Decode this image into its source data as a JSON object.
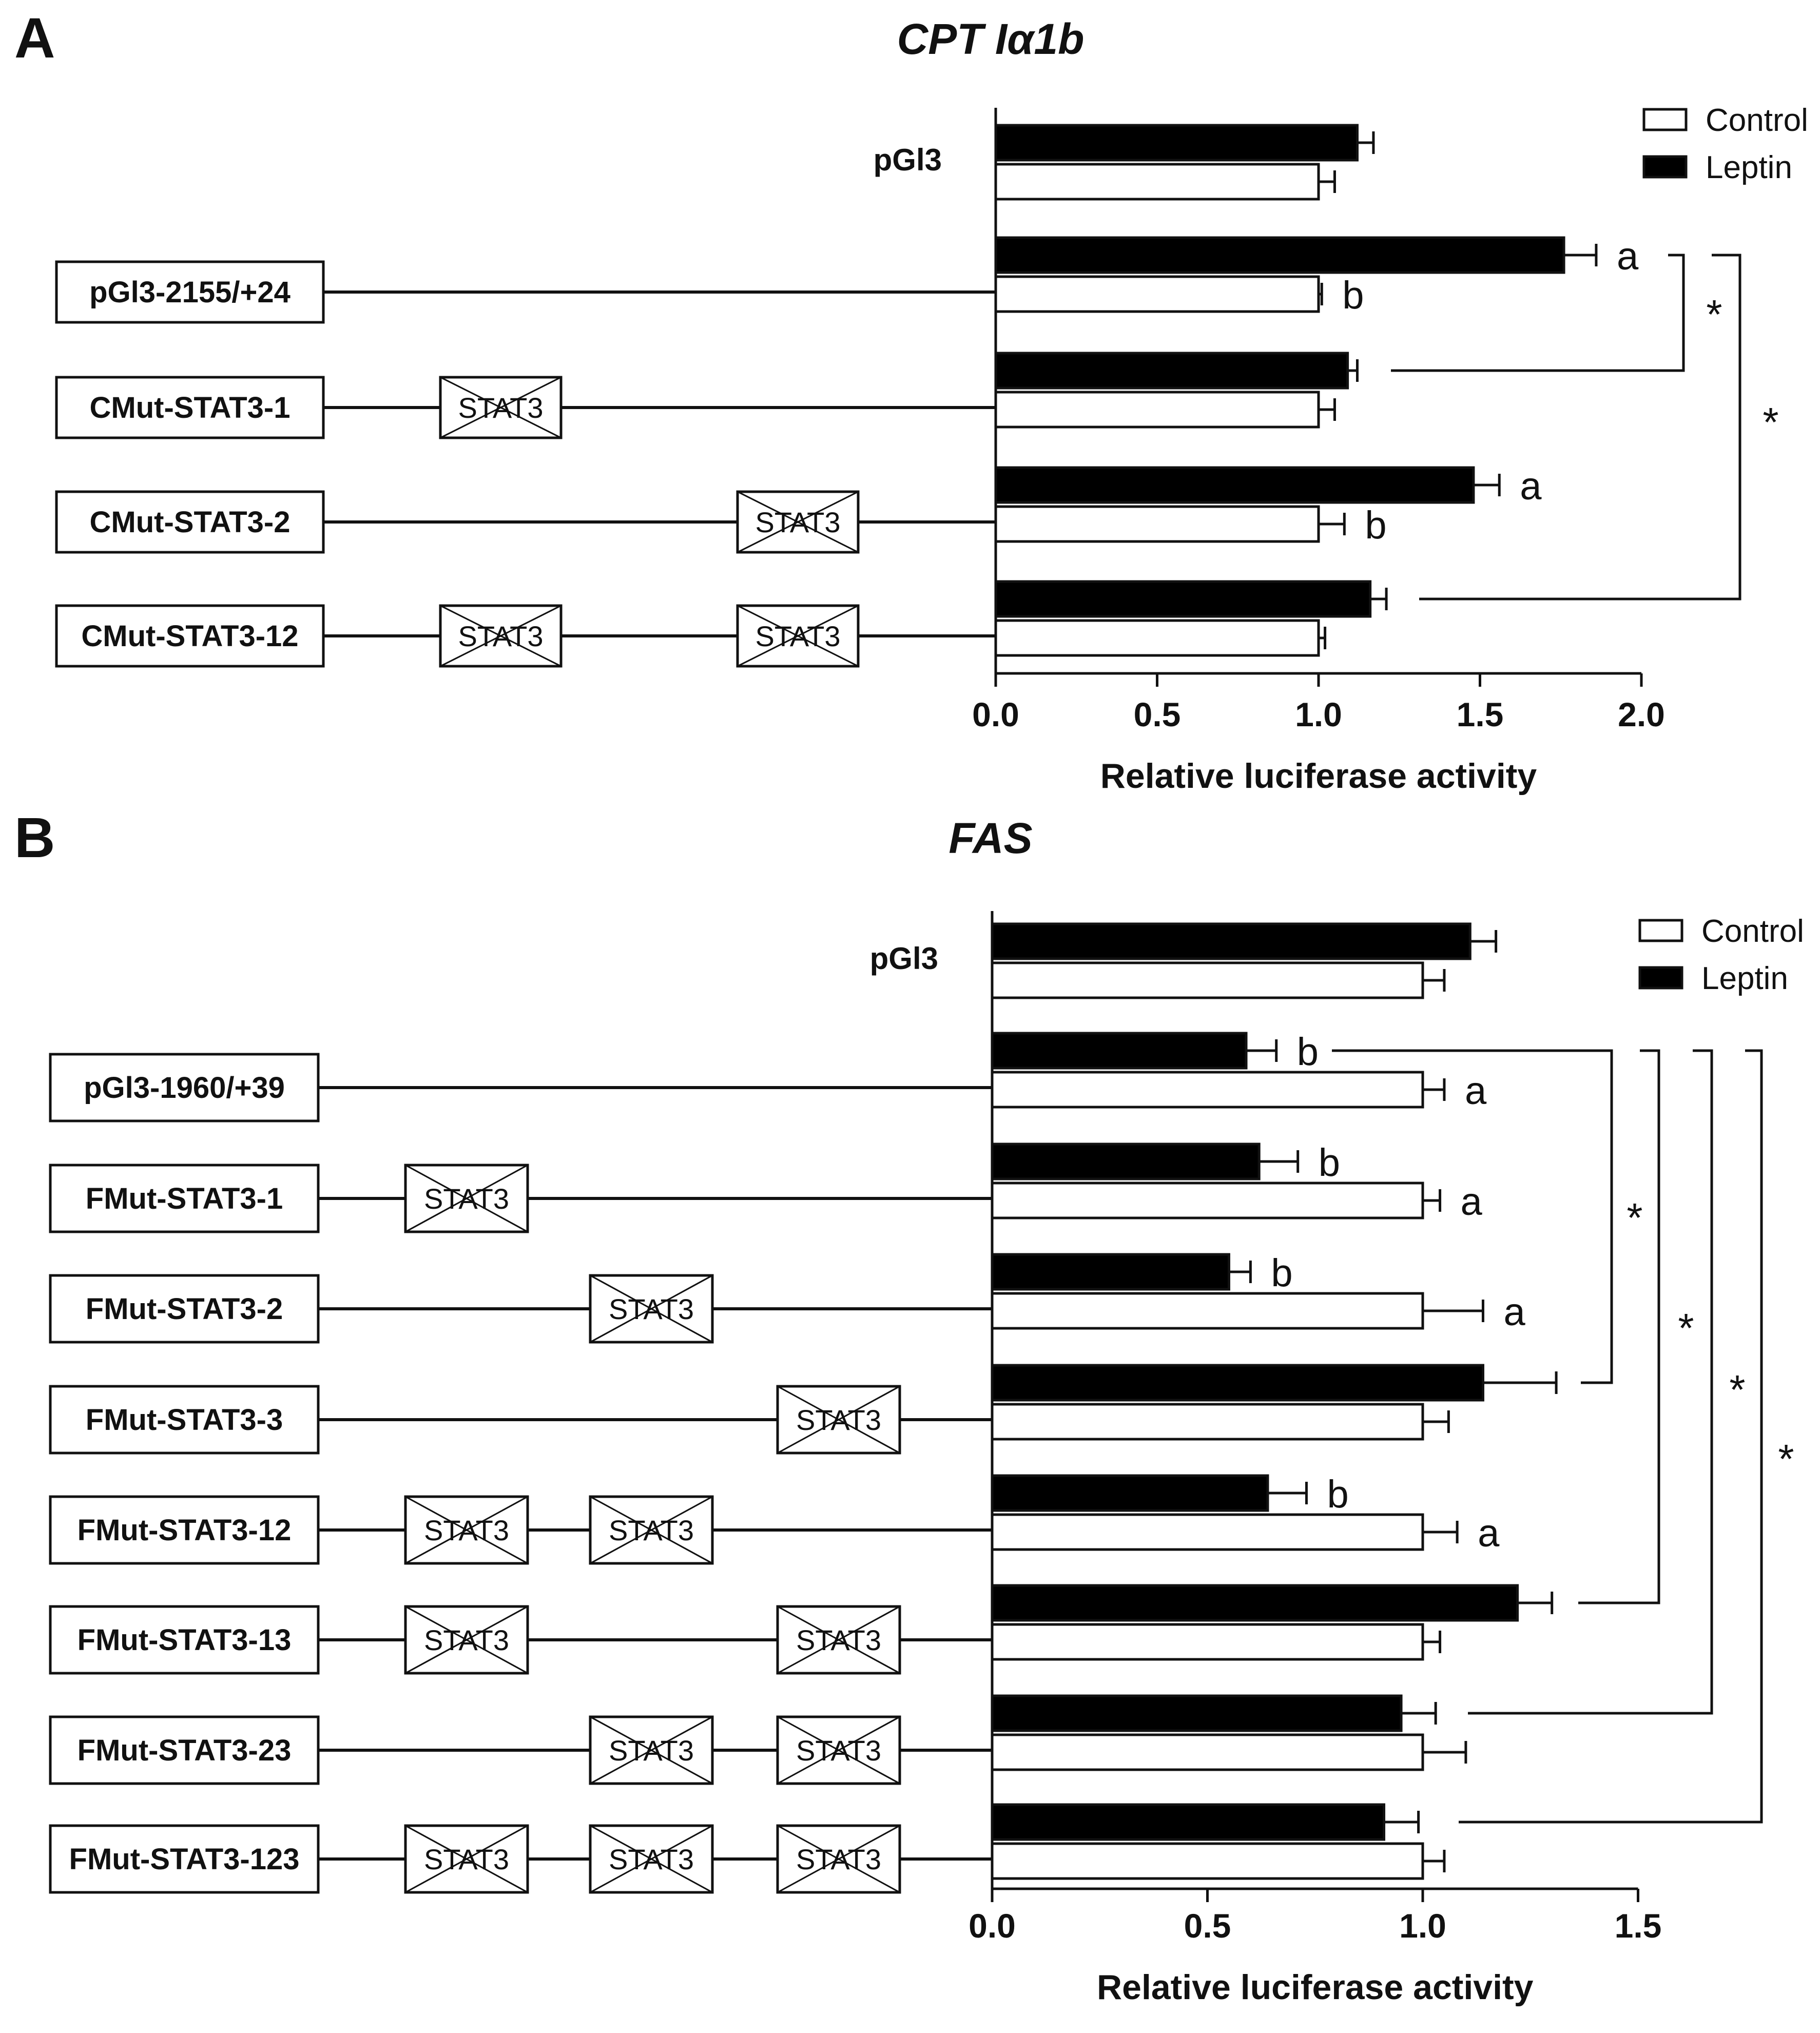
{
  "chart_data": [
    {
      "panel_letter": "A",
      "type": "bar",
      "orientation": "horizontal",
      "title": "CPT Iα1b",
      "xlabel": "Relative luciferase activity",
      "xlim": [
        0,
        2.0
      ],
      "xticks": [
        "0.0",
        "0.5",
        "1.0",
        "1.5",
        "2.0"
      ],
      "legend": [
        "Control",
        "Leptin"
      ],
      "legend_position": "top-right",
      "categories": [
        "pGl3",
        "pGl3-2155/+24",
        "CMut-STAT3-1",
        "CMut-STAT3-2",
        "CMut-STAT3-12"
      ],
      "constructs": [
        {
          "name": "pGl3",
          "boxed": false,
          "mutated_sites": []
        },
        {
          "name": "pGl3-2155/+24",
          "boxed": true,
          "mutated_sites": []
        },
        {
          "name": "CMut-STAT3-1",
          "boxed": true,
          "mutated_sites": [
            1
          ]
        },
        {
          "name": "CMut-STAT3-2",
          "boxed": true,
          "mutated_sites": [
            2
          ]
        },
        {
          "name": "CMut-STAT3-12",
          "boxed": true,
          "mutated_sites": [
            1,
            2
          ]
        }
      ],
      "site_label": "STAT3",
      "series": [
        {
          "name": "Leptin",
          "values": [
            1.12,
            1.76,
            1.09,
            1.48,
            1.16
          ],
          "errors": [
            0.05,
            0.1,
            0.03,
            0.08,
            0.05
          ],
          "letters": [
            "",
            "a",
            "",
            "a",
            ""
          ]
        },
        {
          "name": "Control",
          "values": [
            1.0,
            1.0,
            1.0,
            1.0,
            1.0
          ],
          "errors": [
            0.05,
            0.01,
            0.05,
            0.08,
            0.02
          ],
          "letters": [
            "",
            "b",
            "",
            "b",
            ""
          ]
        }
      ],
      "significance": [
        {
          "from": 1,
          "to": 2,
          "label": "*"
        },
        {
          "from": 1,
          "to": 4,
          "label": "*"
        }
      ]
    },
    {
      "panel_letter": "B",
      "type": "bar",
      "orientation": "horizontal",
      "title": "FAS",
      "xlabel": "Relative luciferase activity",
      "xlim": [
        0,
        1.5
      ],
      "xticks": [
        "0.0",
        "0.5",
        "1.0",
        "1.5"
      ],
      "legend": [
        "Control",
        "Leptin"
      ],
      "legend_position": "top-right",
      "categories": [
        "pGl3",
        "pGl3-1960/+39",
        "FMut-STAT3-1",
        "FMut-STAT3-2",
        "FMut-STAT3-3",
        "FMut-STAT3-12",
        "FMut-STAT3-13",
        "FMut-STAT3-23",
        "FMut-STAT3-123"
      ],
      "constructs": [
        {
          "name": "pGl3",
          "boxed": false,
          "mutated_sites": []
        },
        {
          "name": "pGl3-1960/+39",
          "boxed": true,
          "mutated_sites": []
        },
        {
          "name": "FMut-STAT3-1",
          "boxed": true,
          "mutated_sites": [
            1
          ]
        },
        {
          "name": "FMut-STAT3-2",
          "boxed": true,
          "mutated_sites": [
            2
          ]
        },
        {
          "name": "FMut-STAT3-3",
          "boxed": true,
          "mutated_sites": [
            3
          ]
        },
        {
          "name": "FMut-STAT3-12",
          "boxed": true,
          "mutated_sites": [
            1,
            2
          ]
        },
        {
          "name": "FMut-STAT3-13",
          "boxed": true,
          "mutated_sites": [
            1,
            3
          ]
        },
        {
          "name": "FMut-STAT3-23",
          "boxed": true,
          "mutated_sites": [
            2,
            3
          ]
        },
        {
          "name": "FMut-STAT3-123",
          "boxed": true,
          "mutated_sites": [
            1,
            2,
            3
          ]
        }
      ],
      "site_label": "STAT3",
      "series": [
        {
          "name": "Leptin",
          "values": [
            1.11,
            0.59,
            0.62,
            0.55,
            1.14,
            0.64,
            1.22,
            0.95,
            0.91
          ],
          "errors": [
            0.06,
            0.07,
            0.09,
            0.05,
            0.17,
            0.09,
            0.08,
            0.08,
            0.08
          ],
          "letters": [
            "",
            "b",
            "b",
            "b",
            "",
            "b",
            "",
            "",
            ""
          ]
        },
        {
          "name": "Control",
          "values": [
            1.0,
            1.0,
            1.0,
            1.0,
            1.0,
            1.0,
            1.0,
            1.0,
            1.0
          ],
          "errors": [
            0.05,
            0.05,
            0.04,
            0.14,
            0.06,
            0.08,
            0.04,
            0.1,
            0.05
          ],
          "letters": [
            "",
            "a",
            "a",
            "a",
            "",
            "a",
            "",
            "",
            ""
          ]
        }
      ],
      "significance": [
        {
          "from": 1,
          "to": 4,
          "label": "*"
        },
        {
          "from": 1,
          "to": 6,
          "label": "*"
        },
        {
          "from": 1,
          "to": 7,
          "label": "*"
        },
        {
          "from": 1,
          "to": 8,
          "label": "*"
        }
      ]
    }
  ]
}
